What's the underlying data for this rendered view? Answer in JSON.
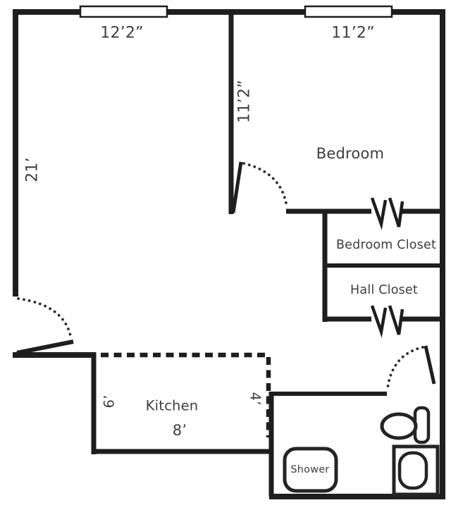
{
  "colors": {
    "wall": "#1e1e1e",
    "text": "#3d3d44",
    "background": "#ffffff"
  },
  "rooms": {
    "bedroom": {
      "label": "Bedroom"
    },
    "bedroom_closet": {
      "label": "Bedroom Closet"
    },
    "hall_closet": {
      "label": "Hall Closet"
    },
    "kitchen": {
      "label": "Kitchen"
    },
    "shower": {
      "label": "Shower"
    }
  },
  "dimensions": {
    "top_left_width": "12’2”",
    "top_right_width": "11’2”",
    "left_side_height": "21’",
    "bedroom_wall_height": "11’2”",
    "kitchen_left": "6’",
    "kitchen_width": "8’",
    "kitchen_right": "4’"
  }
}
